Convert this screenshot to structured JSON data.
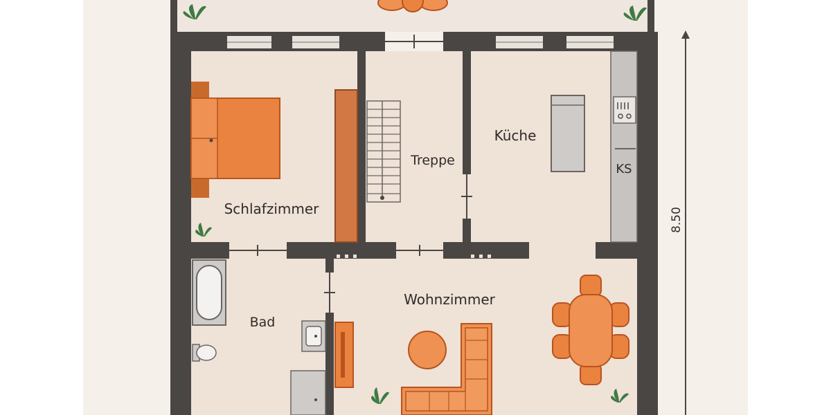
{
  "rooms": {
    "schlafzimmer": "Schlafzimmer",
    "treppe": "Treppe",
    "kueche": "Küche",
    "ks": "KS",
    "wohnzimmer": "Wohnzimmer",
    "bad": "Bad"
  },
  "dimension": {
    "height": "8.50"
  },
  "colors": {
    "wall": "#4a4644",
    "floor": "#efe2d7",
    "accent": "#e9833f",
    "accent_dark": "#b9531d",
    "plant": "#3f7a43",
    "fixture": "#cfcbc8"
  }
}
